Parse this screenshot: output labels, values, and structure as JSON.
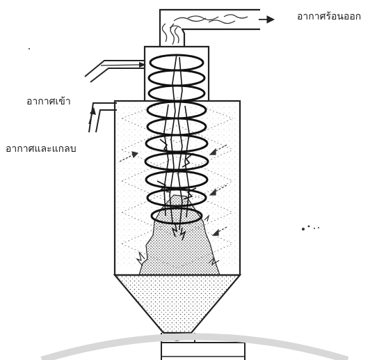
{
  "labels": {
    "hot_air_out": "อากาศร้อนออก",
    "air_in": "อากาศเข้า",
    "air_and_husk_in": "อากาศและแกลบ"
  },
  "colors": {
    "line": "#222222",
    "background": "#ffffff"
  }
}
